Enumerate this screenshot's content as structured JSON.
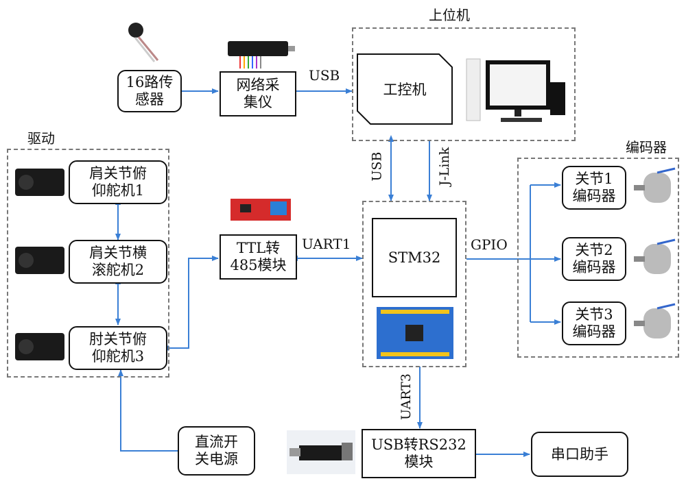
{
  "diagram": {
    "groups": {
      "host": "上位机",
      "drive": "驱动",
      "encoders": "编码器"
    },
    "nodes": {
      "sensor": "16路传\n感器",
      "collector": "网络采\n集仪",
      "ipc": "工控机",
      "servo1": "肩关节俯\n仰舵机1",
      "servo2": "肩关节横\n滚舵机2",
      "servo3": "肘关节俯\n仰舵机3",
      "ttl485": "TTL转\n485模块",
      "stm32": "STM32",
      "enc1": "关节1\n编码器",
      "enc2": "关节2\n编码器",
      "enc3": "关节3\n编码器",
      "power": "直流开\n关电源",
      "usb232": "USB转RS232\n模块",
      "serial": "串口助手"
    },
    "links": {
      "usb_top": "USB",
      "usb_vertical": "USB",
      "jlink": "J-Link",
      "uart1": "UART1",
      "gpio": "GPIO",
      "uart3": "UART3"
    },
    "colors": {
      "arrow": "#3a7fd5",
      "box_border": "#111111",
      "group_border": "#777777"
    }
  }
}
